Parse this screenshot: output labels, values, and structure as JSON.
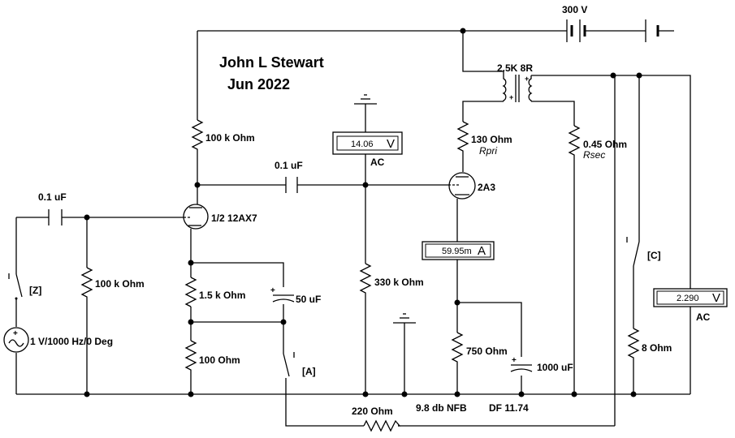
{
  "title": {
    "author": "John L Stewart",
    "date": "Jun 2022"
  },
  "components": {
    "supply_voltage": "300 V",
    "transformer": "2.5K  8R",
    "r_plate_load": "100 k Ohm",
    "c_coupling_out": "0.1 uF",
    "c_coupling_in": "0.1 uF",
    "tube_driver": "1/2 12AX7",
    "r_grid_in": "100 k Ohm",
    "source": "1 V/1000 Hz/0 Deg",
    "switch_z": "[Z]",
    "r_cathode_1": "1.5 k Ohm",
    "c_bypass": "50 uF",
    "r_cathode_2": "100  Ohm",
    "switch_a": "[A]",
    "r_grid_power": "330 k Ohm",
    "r_primary": "130  Ohm",
    "r_primary_sub": "Rpri",
    "tube_power": "2A3",
    "r_secondary": "0.45  Ohm",
    "r_secondary_sub": "Rsec",
    "r_power_cathode": "750  Ohm",
    "c_power_cathode": "1000 uF",
    "switch_c": "[C]",
    "r_load": "8  Ohm",
    "r_feedback": "220  Ohm",
    "nfb": "9.8 db NFB",
    "df": "DF 11.74"
  },
  "meters": {
    "grid_ac": {
      "value": "14.06",
      "unit": "V",
      "mode": "AC"
    },
    "plate_current": {
      "value": "59.95m",
      "unit": "A"
    },
    "output_ac": {
      "value": "2.290",
      "unit": "V",
      "mode": "AC"
    }
  }
}
